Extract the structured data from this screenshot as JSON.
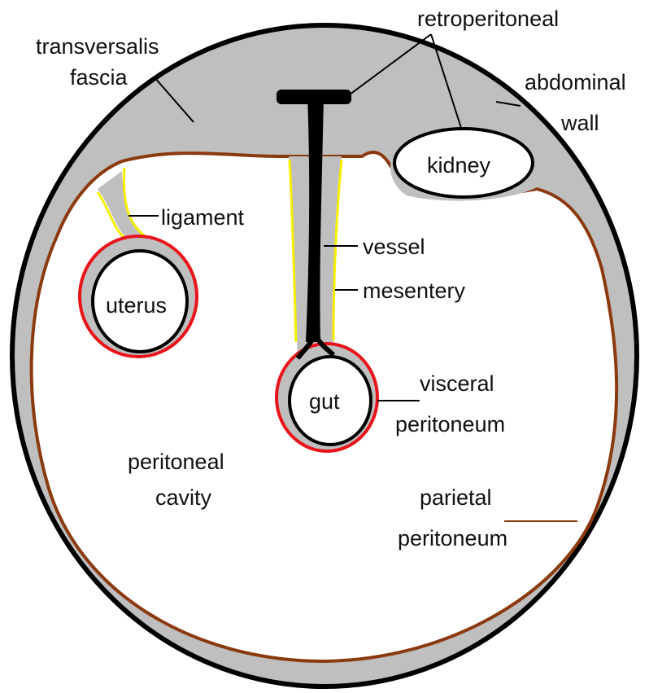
{
  "labels": {
    "transversalis_1": "transversalis",
    "transversalis_2": "fascia",
    "retroperitoneal": "retroperitoneal",
    "abdominal_1": "abdominal",
    "abdominal_2": "wall",
    "kidney": "kidney",
    "ligament": "ligament",
    "vessel": "vessel",
    "mesentery": "mesentery",
    "uterus": "uterus",
    "gut": "gut",
    "visceral_1": "visceral",
    "visceral_2": "peritoneum",
    "cavity_1": "peritoneal",
    "cavity_2": "cavity",
    "parietal_1": "parietal",
    "parietal_2": "peritoneum"
  },
  "colors": {
    "wall": "#000000",
    "fascia": "#bfbfbf",
    "parietal_peritoneum": "#8b3a0f",
    "visceral_peritoneum": "#e8141a",
    "mesentery_edge": "#f5f000",
    "vessel": "#000000",
    "cavity": "#ffffff"
  }
}
